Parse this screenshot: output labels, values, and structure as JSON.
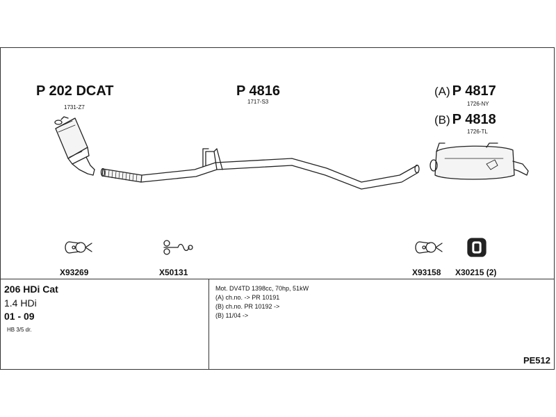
{
  "parts": {
    "catalyst": {
      "code": "P 202 DCAT",
      "sub": "1731-Z7"
    },
    "middle_pipe": {
      "code": "P 4816",
      "sub": "1717-S3"
    },
    "rear_a": {
      "prefix": "(A)",
      "code": "P 4817",
      "sub": "1726-NY"
    },
    "rear_b": {
      "prefix": "(B)",
      "code": "P 4818",
      "sub": "1726-TL"
    }
  },
  "accessories": [
    {
      "label": "X93269",
      "icon": "clamp-icon"
    },
    {
      "label": "X50131",
      "icon": "spring-bolt-icon"
    },
    {
      "label": "X93158",
      "icon": "clamp-icon"
    },
    {
      "label": "X30215 (2)",
      "icon": "rubber-mount-icon"
    }
  ],
  "vehicle": {
    "name": "206 HDi Cat",
    "engine": "1.4 HDi",
    "years": "01 - 09",
    "body": "HB 3/5 dr."
  },
  "notes": [
    "Mot. DV4TD 1398cc, 70hp, 51kW",
    "(A) ch.no. -> PR 10191",
    "(B) ch.no. PR 10192 ->",
    "(B) 11/04 ->"
  ],
  "reference": "PE512"
}
